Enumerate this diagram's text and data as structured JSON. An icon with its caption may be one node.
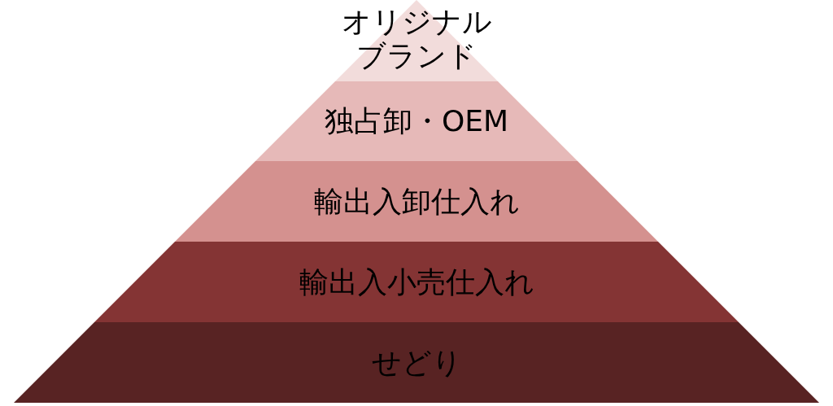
{
  "diagram": {
    "nodes": [
      {
        "text": [
          "オリジナルブランド"
        ]
      },
      {
        "text": [
          "独占卸・OEM"
        ]
      },
      {
        "text": [
          "輸出入卸仕入れ"
        ]
      },
      {
        "text": [
          "輸出入小売仕入れ"
        ]
      },
      {
        "text": [
          "せどり"
        ]
      }
    ]
  }
}
